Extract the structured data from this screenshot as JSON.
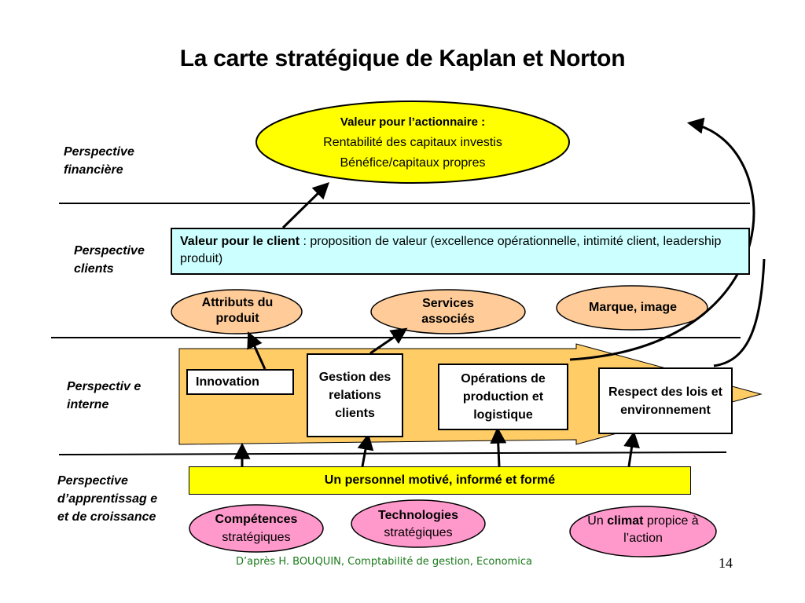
{
  "title": "La carte stratégique de Kaplan et Norton",
  "perspectives": {
    "financiere": "Perspective financière",
    "clients": "Perspective clients",
    "interne": "Perspectiv e interne",
    "apprentissage": "Perspective d’apprentissag e et de croissance"
  },
  "financial": {
    "heading": "Valeur pour l’actionnaire :",
    "line1": "Rentabilité des capitaux investis",
    "line2": "Bénéfice/capitaux propres"
  },
  "client_value": {
    "bold": "Valeur pour le client",
    "rest": " : proposition de valeur (excellence opérationnelle, intimité client, leadership produit)"
  },
  "client_attributes": {
    "attributs": "Attributs du produit",
    "services": "Services associés",
    "marque": "Marque, image"
  },
  "internal_processes": {
    "innovation": "Innovation",
    "gestion": "Gestion des relations clients",
    "operations": "Opérations de production et logistique",
    "respect": "Respect des lois et environnement"
  },
  "learning": {
    "personnel": "Un personnel motivé, informé et formé",
    "competences_bold": "Compétences",
    "competences_rest": "stratégiques",
    "technologies_bold": "Technologies",
    "technologies_rest": "stratégiques",
    "climat_pre": "Un ",
    "climat_bold": "climat",
    "climat_post": " propice à l’action"
  },
  "footer": "D’après H. BOUQUIN, Comptabilité de gestion, Economica",
  "page_number": "14",
  "colors": {
    "financial_ellipse": "#ffff00",
    "client_box": "#ccffff",
    "client_ellipses": "#ffcc99",
    "internal_arrow": "#ffcc66",
    "learning_bar": "#ffff00",
    "learning_ellipses": "#ff99cc",
    "footer_text": "#1a7a1a"
  }
}
